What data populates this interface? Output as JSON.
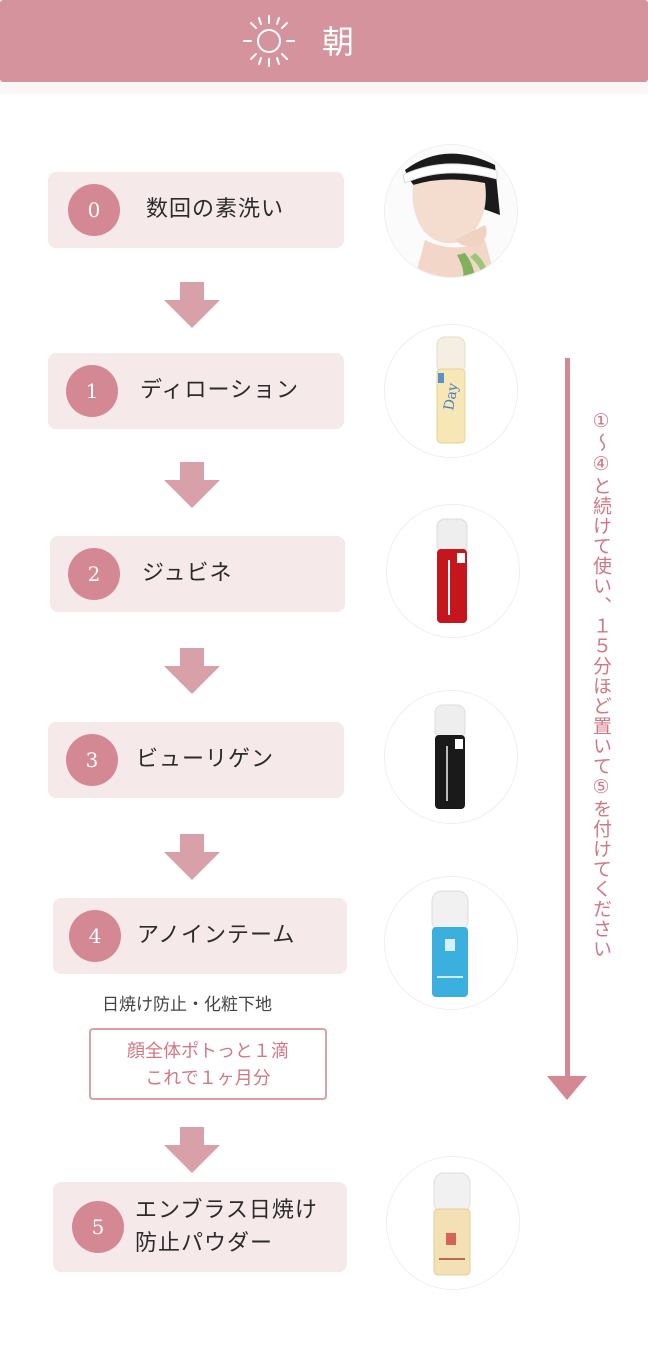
{
  "header": {
    "title": "朝",
    "icon": "sun-icon"
  },
  "colors": {
    "accent": "#d48893",
    "header": "#d5939d",
    "card": "#f5e9ea"
  },
  "steps": [
    {
      "number": "0",
      "label": "数回の素洗い",
      "image": "face-washing-woman-photo"
    },
    {
      "number": "1",
      "label": "ディローション",
      "image": "day-lotion-bottle"
    },
    {
      "number": "2",
      "label": "ジュビネ",
      "image": "red-bottle"
    },
    {
      "number": "3",
      "label": "ビューリゲン",
      "image": "black-bottle"
    },
    {
      "number": "4",
      "label": "アノインテーム",
      "image": "blue-bottle"
    },
    {
      "number": "5",
      "label_line1": "エンブラス日焼け",
      "label_line2": "防止パウダー",
      "image": "powder-bottle"
    }
  ],
  "step4_note": "日焼け防止・化粧下地",
  "callout": {
    "line1": "顔全体ポトっと１滴",
    "line2": "これで１ヶ月分"
  },
  "side_instruction": "①〜④と続けて使い、１５分ほど置いて⑤を付けてください"
}
